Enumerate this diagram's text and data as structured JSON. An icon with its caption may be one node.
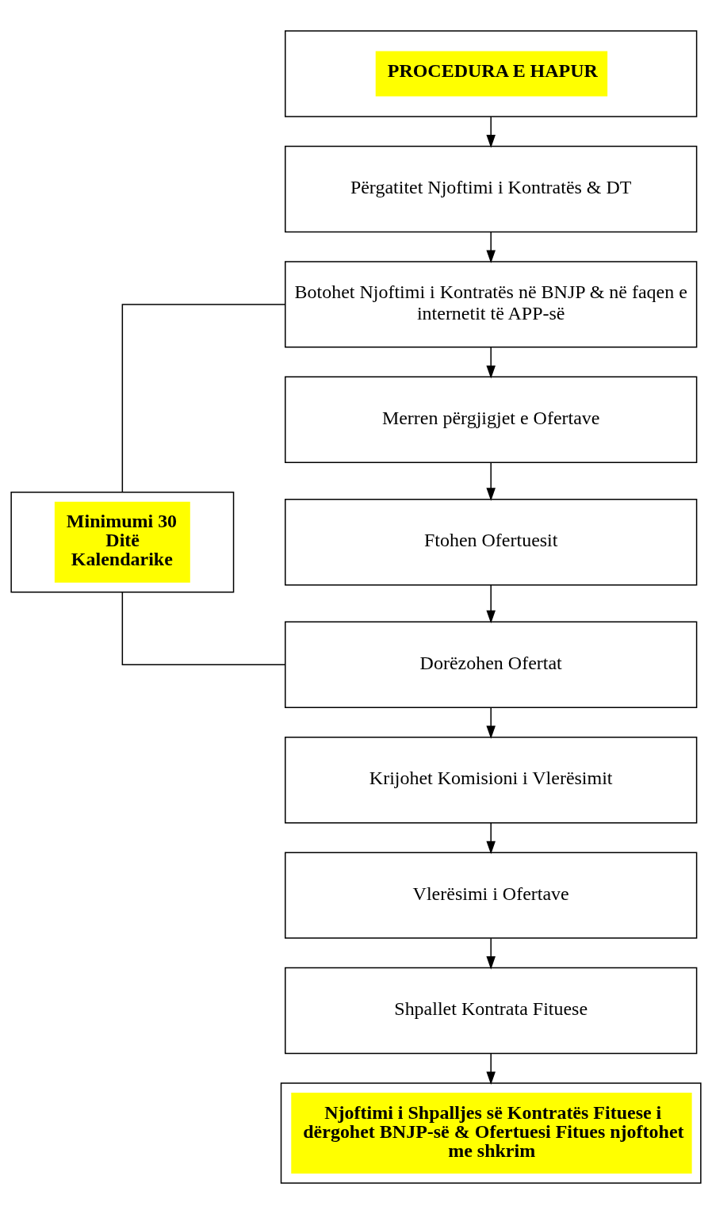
{
  "diagram": {
    "nodes": [
      {
        "text": [
          "PROCEDURA E HAPUR"
        ]
      },
      {
        "text": [
          "Përgatitet Njoftimi i Kontratës & DT"
        ]
      },
      {
        "text": [
          "Botohet Njoftimi i Kontratës në BNJP & në faqen e internetit të APP-së"
        ]
      },
      {
        "text": [
          "Merren përgjigjet e Ofertave"
        ]
      },
      {
        "text": [
          "Ftohen Ofertuesit"
        ]
      },
      {
        "text": [
          "Dorëzohen Ofertat"
        ]
      },
      {
        "text": [
          "Krijohet Komisioni i Vlerësimit"
        ]
      },
      {
        "text": [
          "Vlerësimi i Ofertave"
        ]
      },
      {
        "text": [
          "Shpallet Kontrata Fituese"
        ]
      },
      {
        "text": [
          "Njoftimi i Shpalljes së Kontratës Fituese i dërgohet BNJP-së & Ofertuesi Fitues njoftohet me shkrim"
        ]
      },
      {
        "text": [
          "Minimumi 30 Ditë Kalendarike"
        ]
      }
    ],
    "edges": [
      {
        "from": 0,
        "to": 1,
        "arrow": "to"
      },
      {
        "from": 1,
        "to": 2,
        "arrow": "to"
      },
      {
        "from": 2,
        "to": 3,
        "arrow": "to"
      },
      {
        "from": 3,
        "to": 4,
        "arrow": "to"
      },
      {
        "from": 4,
        "to": 5,
        "arrow": "to"
      },
      {
        "from": 5,
        "to": 6,
        "arrow": "to"
      },
      {
        "from": 6,
        "to": 7,
        "arrow": "to"
      },
      {
        "from": 7,
        "to": 8,
        "arrow": "to"
      },
      {
        "from": 8,
        "to": 9,
        "arrow": "to"
      },
      {
        "from": 10,
        "to": 2,
        "arrow": "none"
      },
      {
        "from": 10,
        "to": 5,
        "arrow": "none"
      }
    ]
  }
}
